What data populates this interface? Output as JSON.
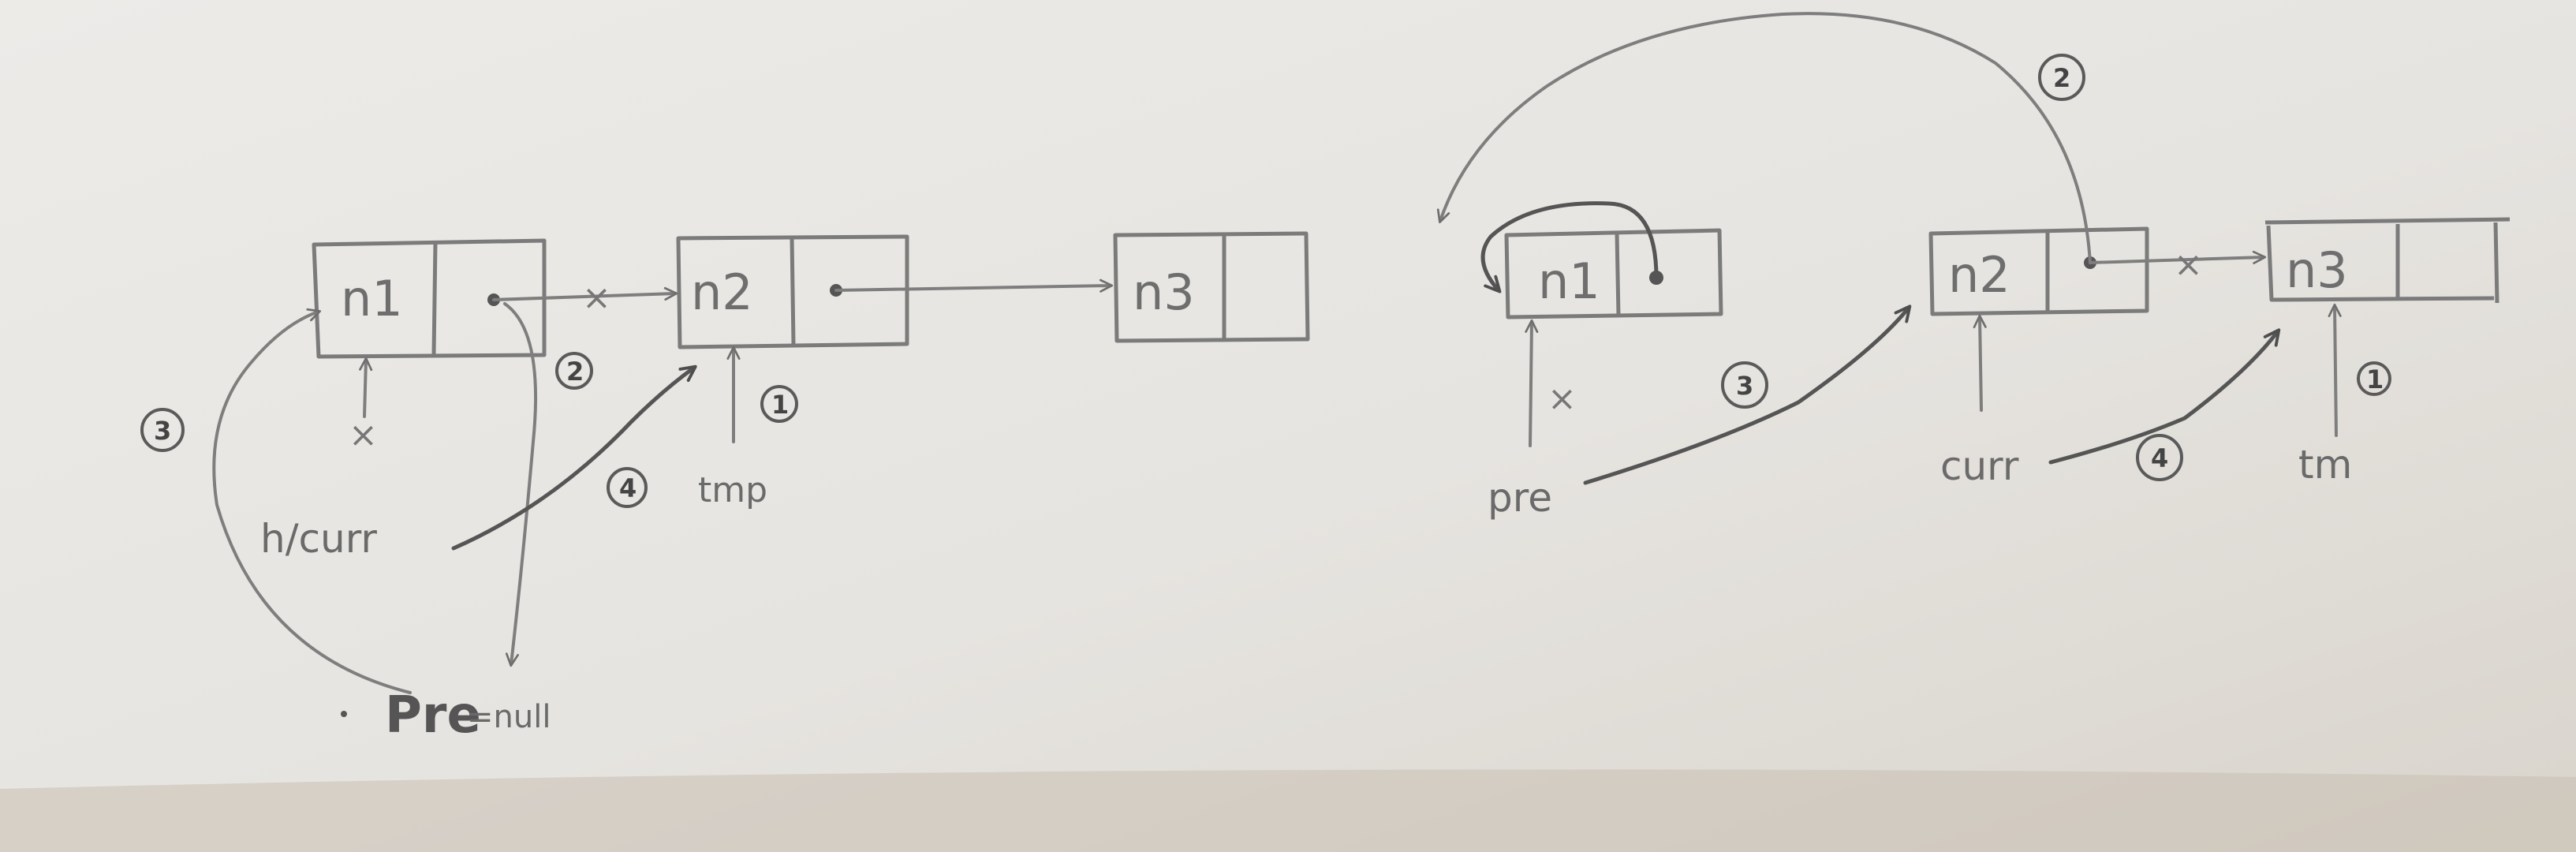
{
  "left_diagram": {
    "nodes": [
      {
        "label": "n1"
      },
      {
        "label": "n2"
      },
      {
        "label": "n3"
      }
    ],
    "pointers": {
      "head_curr": "h/curr",
      "tmp": "tmp",
      "pre": "Pre",
      "pre_value": "=null"
    },
    "cross_mark": "×",
    "steps": [
      "1",
      "2",
      "3",
      "4"
    ]
  },
  "right_diagram": {
    "nodes": [
      {
        "label": "n1"
      },
      {
        "label": "n2"
      },
      {
        "label": "n3"
      }
    ],
    "pointers": {
      "pre": "pre",
      "curr": "curr",
      "tmp": "tm"
    },
    "cross_mark": "×",
    "steps": [
      "1",
      "2",
      "3",
      "4"
    ]
  },
  "colors": {
    "paper": "#e7e4df",
    "pencil": "#7e7e7e",
    "pencil_dark": "#555555"
  }
}
